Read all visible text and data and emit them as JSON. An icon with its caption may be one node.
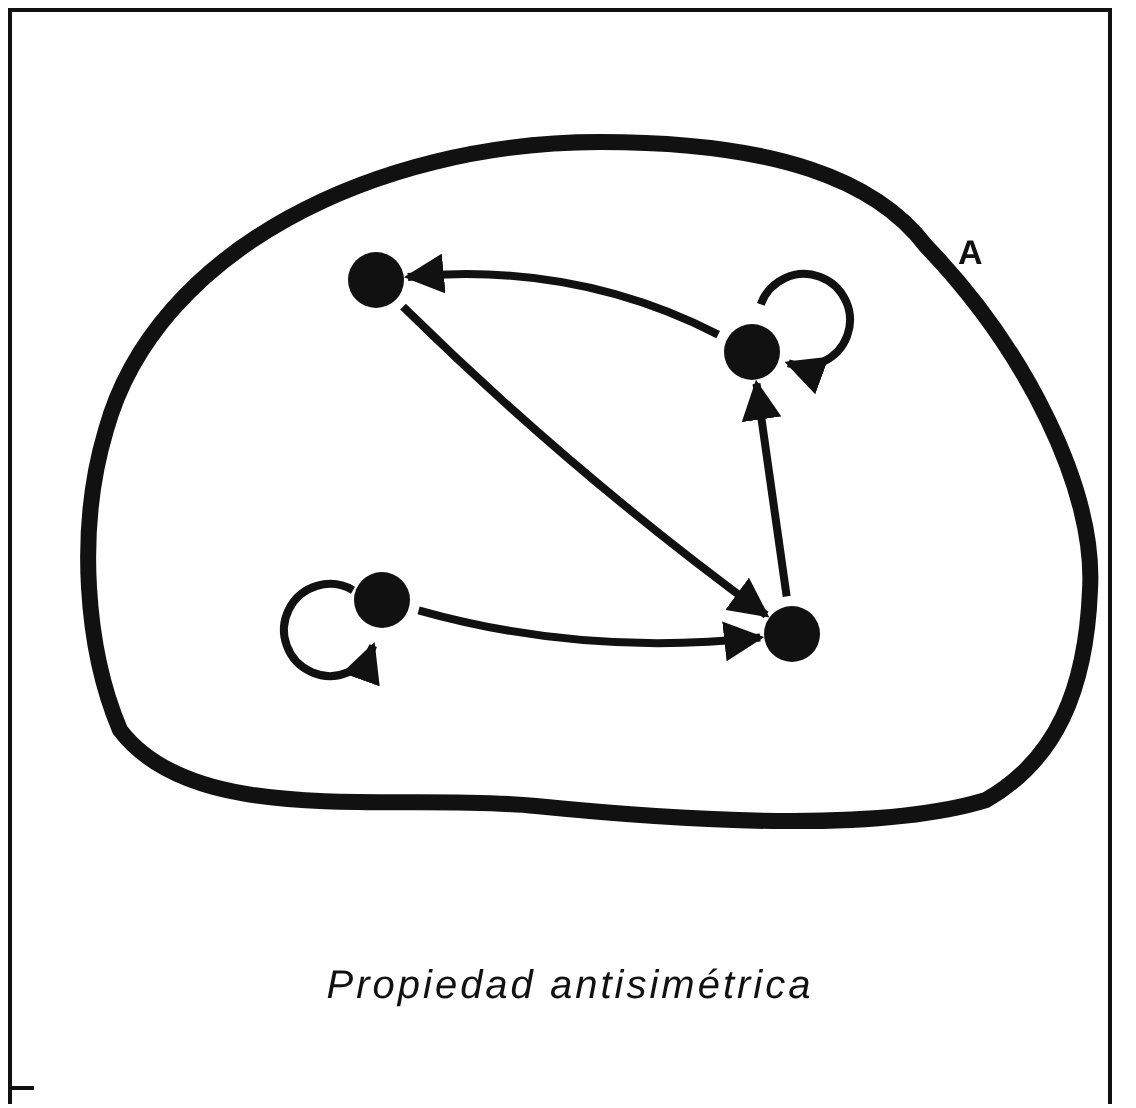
{
  "diagram": {
    "caption": "Propiedad antisimétrica",
    "nodes": [
      {
        "text": [
          "A"
        ]
      },
      {
        "text": [],
        "shape": "circle",
        "in": 0
      },
      {
        "text": [],
        "shape": "circle",
        "in": 0
      },
      {
        "text": [],
        "shape": "circle",
        "in": 0
      },
      {
        "text": [],
        "shape": "circle",
        "in": 0
      }
    ],
    "edges": [
      {
        "from": 2,
        "to": 1,
        "arrow": "to"
      },
      {
        "from": 1,
        "to": 4,
        "arrow": "to"
      },
      {
        "from": 4,
        "to": 2,
        "arrow": "to"
      },
      {
        "from": 3,
        "to": 4,
        "arrow": "to"
      },
      {
        "from": 2,
        "to": 2,
        "arrow": "to"
      },
      {
        "from": 3,
        "to": 3,
        "arrow": "to"
      }
    ]
  }
}
